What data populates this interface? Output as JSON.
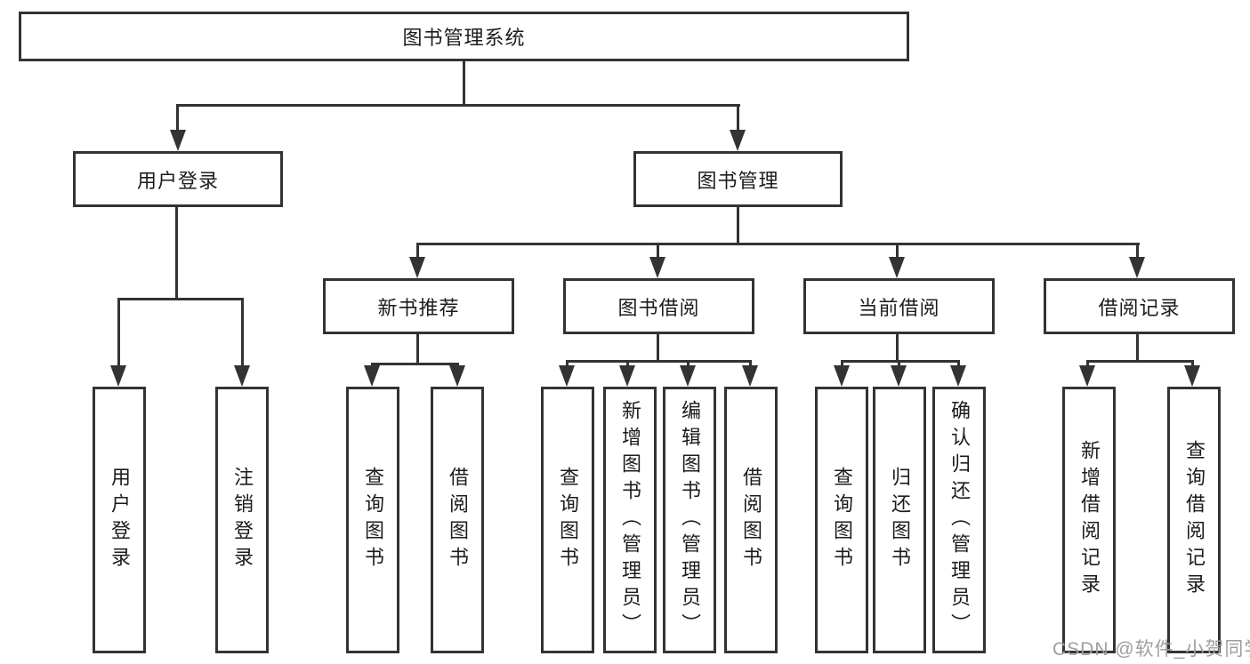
{
  "diagram_title": "图书管理系统",
  "tree": {
    "root": "图书管理系统",
    "level2": [
      {
        "label": "用户登录",
        "children": [
          "用户登录",
          "注销登录"
        ]
      },
      {
        "label": "图书管理",
        "sections": [
          {
            "label": "新书推荐",
            "children": [
              "查询图书",
              "借阅图书"
            ]
          },
          {
            "label": "图书借阅",
            "children": [
              "查询图书",
              "新增图书（管理员）",
              "编辑图书（管理员）",
              "借阅图书"
            ]
          },
          {
            "label": "当前借阅",
            "children": [
              "查询图书",
              "归还图书",
              "确认归还（管理员）"
            ]
          },
          {
            "label": "借阅记录",
            "children": [
              "新增借阅记录",
              "查询借阅记录"
            ]
          }
        ]
      }
    ]
  },
  "watermark": {
    "text": "CSDN @软件_小贺同学"
  },
  "colors": {
    "line": "#333333",
    "node_text": "#1c1c1c",
    "watermark_text": "#9e9e9e",
    "background": "#ffffff"
  }
}
